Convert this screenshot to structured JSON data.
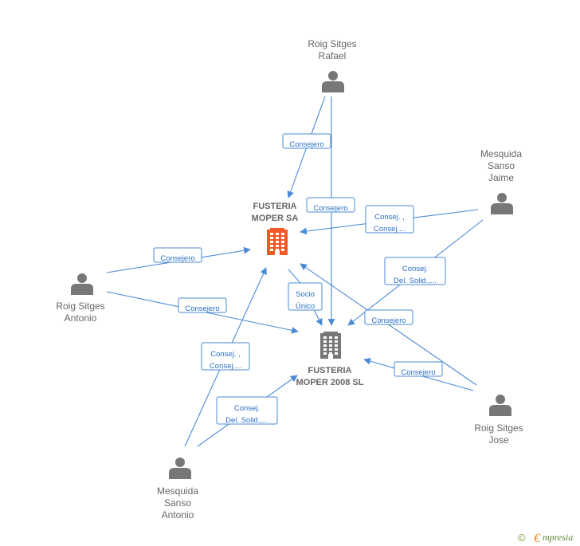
{
  "colors": {
    "edge": "#4a8ad6",
    "person": "#777777",
    "company_main": "#f05a28",
    "company_other": "#777777",
    "label_text": "#666666"
  },
  "nodes": [
    {
      "id": "moper_sa",
      "type": "company",
      "icon": "building-icon",
      "highlight": true,
      "lines": [
        "FUSTERIA",
        "MOPER SA"
      ]
    },
    {
      "id": "moper_2008",
      "type": "company",
      "icon": "building-icon",
      "highlight": false,
      "lines": [
        "FUSTERIA",
        "MOPER 2008 SL"
      ]
    },
    {
      "id": "rafael",
      "type": "person",
      "icon": "person-icon",
      "lines": [
        "Roig Sitges",
        "Rafael"
      ]
    },
    {
      "id": "jaime",
      "type": "person",
      "icon": "person-icon",
      "lines": [
        "Mesquida",
        "Sanso",
        "Jaime"
      ]
    },
    {
      "id": "antonio_rs",
      "type": "person",
      "icon": "person-icon",
      "lines": [
        "Roig Sitges",
        "Antonio"
      ]
    },
    {
      "id": "jose",
      "type": "person",
      "icon": "person-icon",
      "lines": [
        "Roig Sitges",
        "Jose"
      ]
    },
    {
      "id": "antonio_ms",
      "type": "person",
      "icon": "person-icon",
      "lines": [
        "Mesquida",
        "Sanso",
        "Antonio"
      ]
    }
  ],
  "edges": [
    {
      "from": "rafael",
      "to": "moper_sa",
      "label": [
        "Consejero"
      ]
    },
    {
      "from": "rafael",
      "to": "moper_2008",
      "label": [
        "Consejero"
      ]
    },
    {
      "from": "jaime",
      "to": "moper_sa",
      "label": [
        "Consej. ,",
        "Consej...."
      ]
    },
    {
      "from": "jaime",
      "to": "moper_2008",
      "label": [
        "Consej.",
        "Del. Solid.,..."
      ]
    },
    {
      "from": "antonio_rs",
      "to": "moper_sa",
      "label": [
        "Consejero"
      ]
    },
    {
      "from": "antonio_rs",
      "to": "moper_2008",
      "label": [
        "Consejero"
      ]
    },
    {
      "from": "moper_sa",
      "to": "moper_2008",
      "label": [
        "Socio",
        "Único"
      ]
    },
    {
      "from": "jose",
      "to": "moper_sa",
      "label": [
        "Consejero"
      ]
    },
    {
      "from": "jose",
      "to": "moper_2008",
      "label": [
        "Consejero"
      ]
    },
    {
      "from": "antonio_ms",
      "to": "moper_sa",
      "label": [
        "Consej. ,",
        "Consej...."
      ]
    },
    {
      "from": "antonio_ms",
      "to": "moper_2008",
      "label": [
        "Consej.",
        "Del. Solid.,..."
      ]
    }
  ],
  "brand": {
    "copyright": "©",
    "e": "€",
    "rest": "mpresia"
  }
}
